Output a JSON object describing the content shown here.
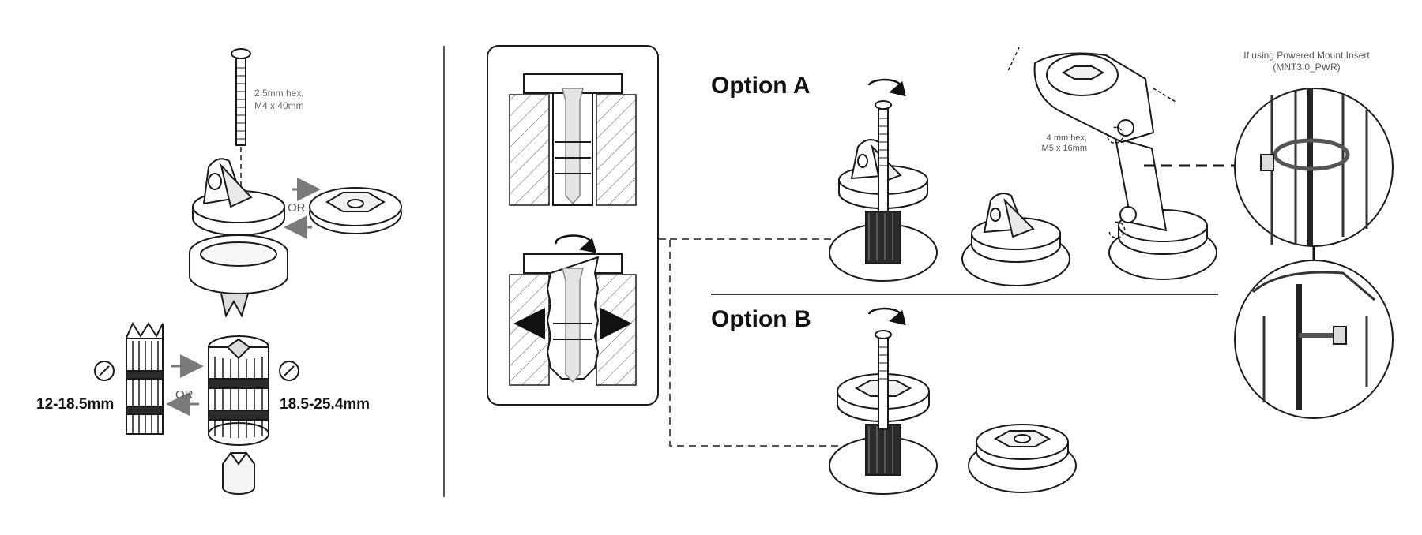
{
  "left": {
    "screw_label_line1": "2.5mm hex,",
    "screw_label_line2": "M4 x 40mm",
    "or_top": "OR",
    "or_bottom": "OR",
    "small_range": "12-18.5mm",
    "large_range": "18.5-25.4mm"
  },
  "options": {
    "option_a": "Option A",
    "option_b": "Option B"
  },
  "right": {
    "arm_hex_line1": "4 mm hex,",
    "arm_hex_line2": "M5 x 16mm",
    "powered_line1": "If using Powered Mount Insert",
    "powered_line2": "(MNT3.0_PWR)"
  },
  "colors": {
    "line": "#1a1a1a",
    "arrow_gray": "#7a7a7a",
    "dark_fill": "#2b2b2b",
    "light_fill": "#f4f4f4"
  }
}
